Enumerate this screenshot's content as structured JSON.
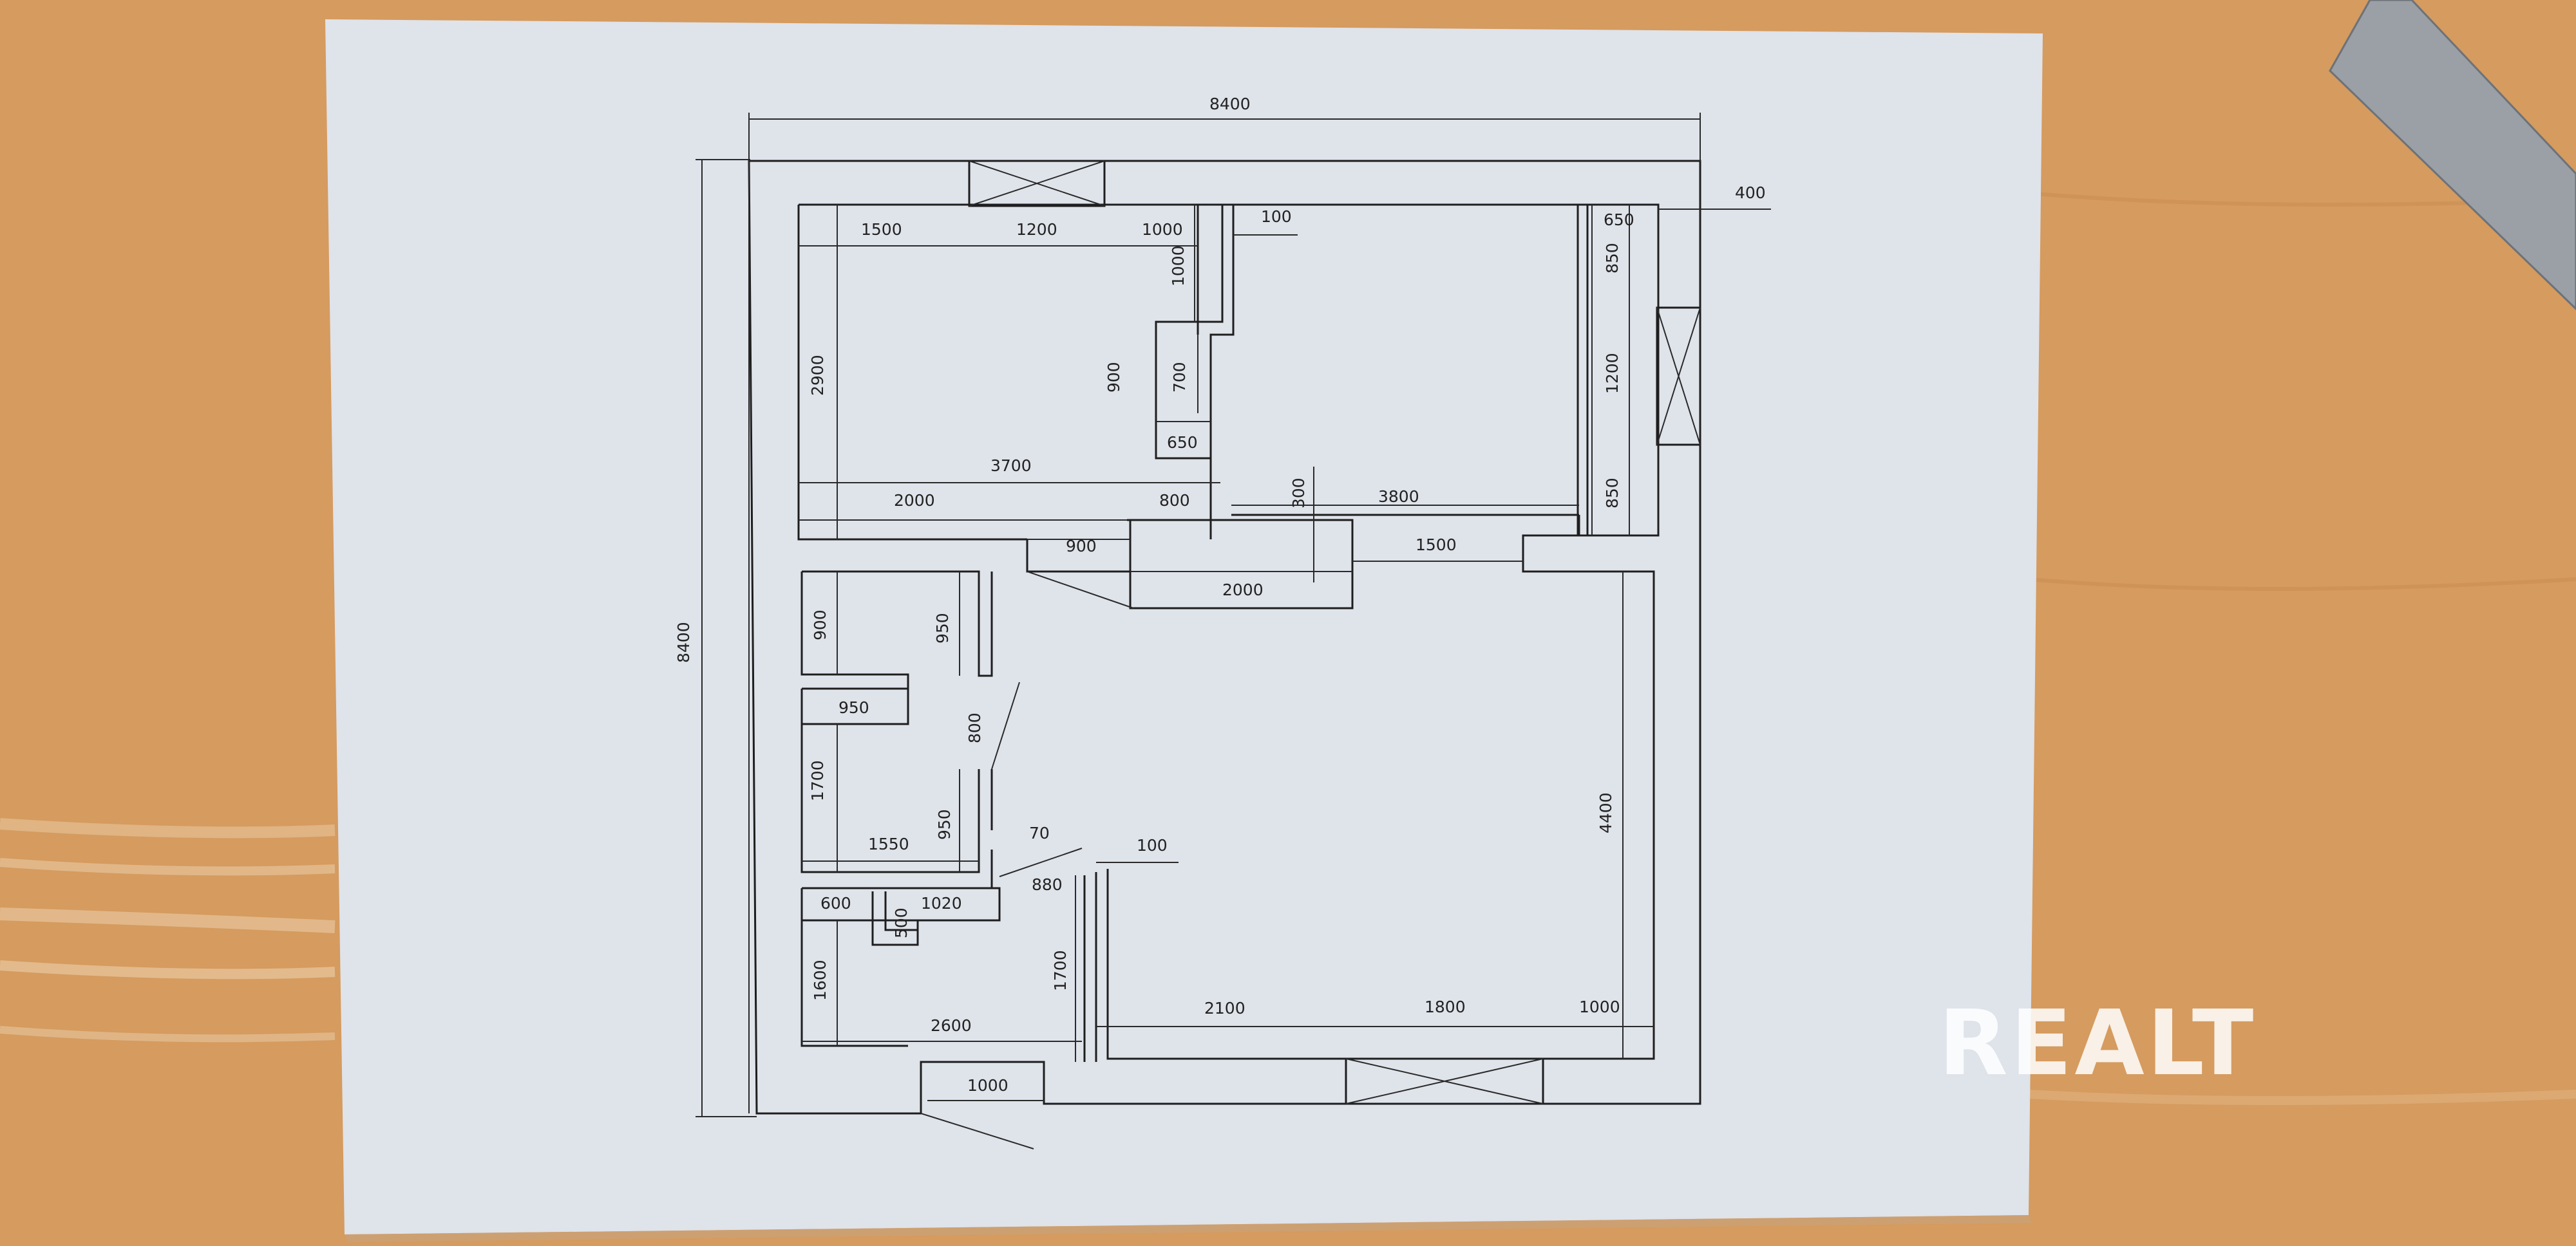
{
  "colors": {
    "desk": "#d59b5f",
    "paper": "#dfe3ea",
    "ink": "#1e1e1e"
  },
  "watermark": "REALT",
  "dimensions": {
    "total_width": "8400",
    "total_height": "8400",
    "ext_wall": "400",
    "top_1500": "1500",
    "top_1200": "1200",
    "top_1000": "1000",
    "top_100": "100",
    "top_650": "650",
    "left_2900": "2900",
    "notch_1000": "1000",
    "notch_900": "900",
    "notch_700": "700",
    "notch_650": "650",
    "room_3700": "3700",
    "room_2000": "2000",
    "room_800": "800",
    "stub_300": "300",
    "room_3800": "3800",
    "right_850_top": "850",
    "right_1200": "1200",
    "right_850_bottom": "850",
    "door_900": "900",
    "door_1500": "1500",
    "beam_2000": "2000",
    "bath_900": "900",
    "bath_950_v": "950",
    "bath_950_h": "950",
    "hall_800": "800",
    "hall_1700": "1700",
    "hall_1550": "1550",
    "hall_950_v": "950",
    "angle_70": "70",
    "angle_100": "100",
    "liv_4400": "4400",
    "low_600": "600",
    "low_1020": "1020",
    "low_500": "500",
    "low_880": "880",
    "low_1600": "1600",
    "low_1700": "1700",
    "low_2600": "2600",
    "bot_1000": "1000",
    "bot_2100": "2100",
    "bot_1800": "1800",
    "bot_1000_right": "1000"
  }
}
